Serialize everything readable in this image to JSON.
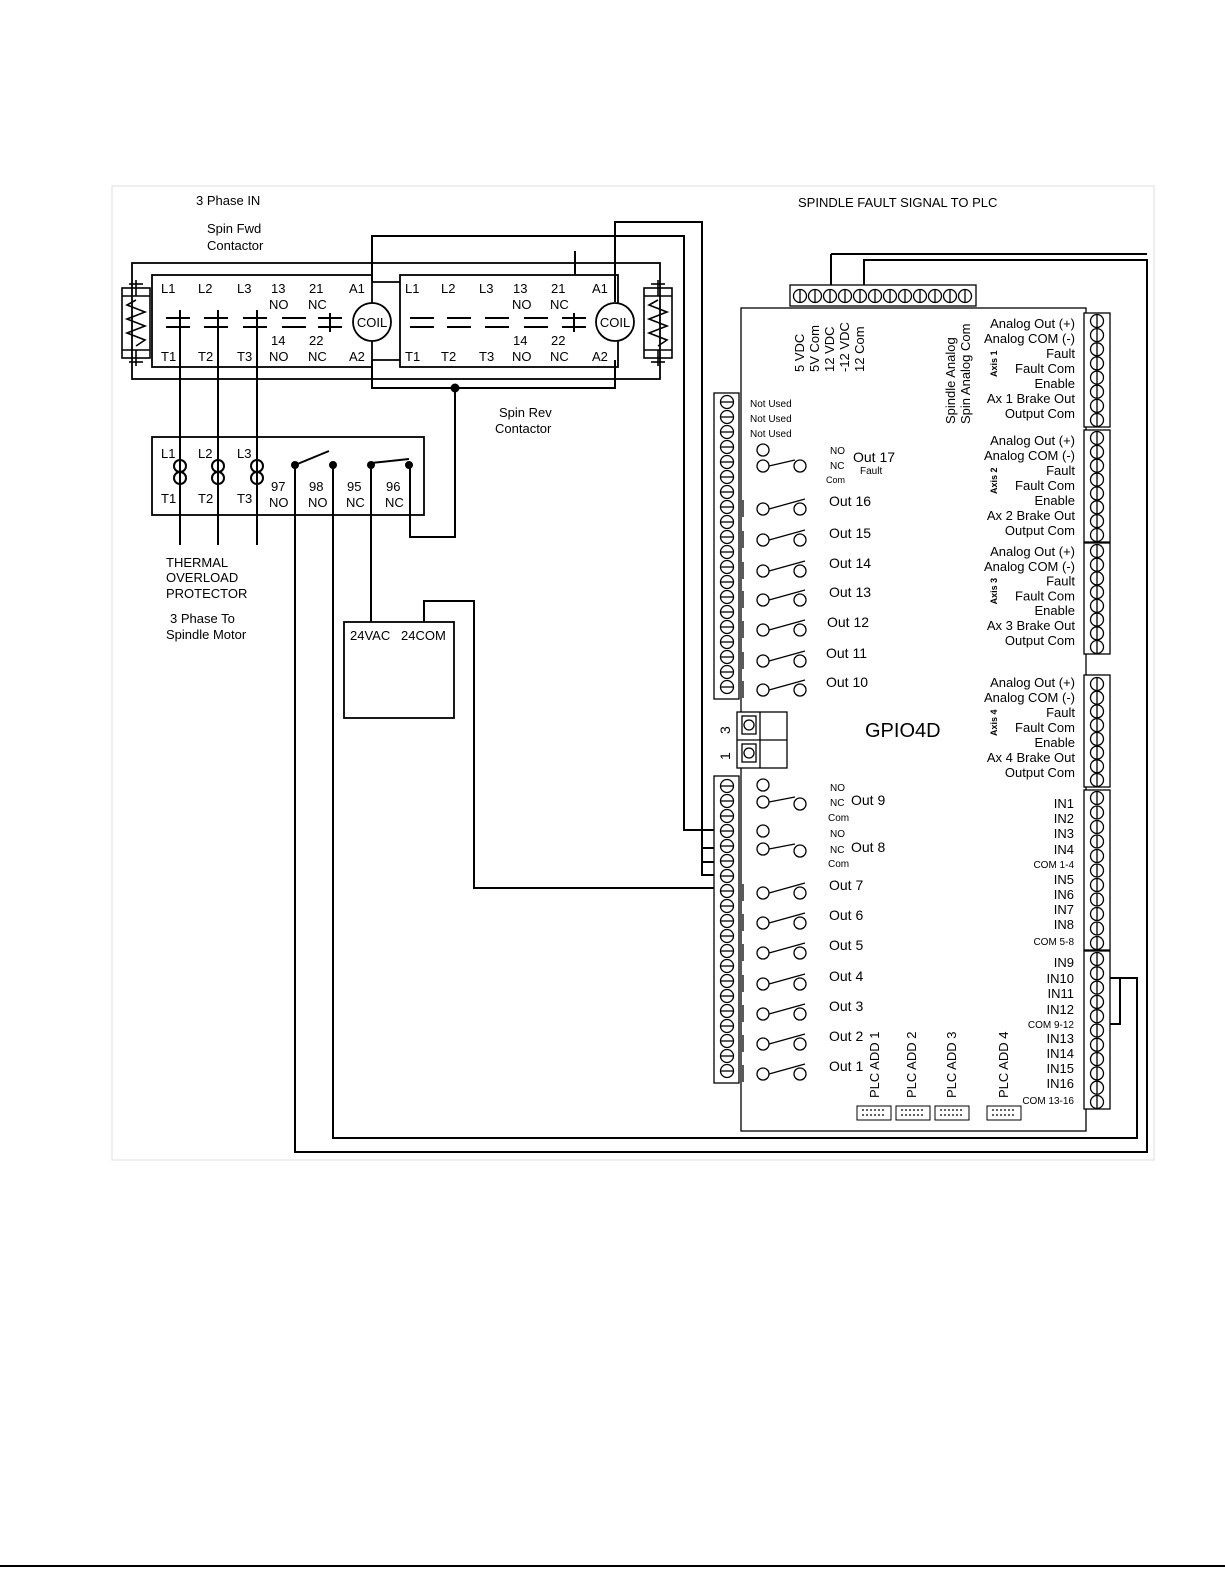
{
  "title": "SPINDLE FAULT SIGNAL TO PLC",
  "three_phase_in": "3 Phase IN",
  "fwd": {
    "name_l1": "Spin Fwd",
    "name_l2": "Contactor",
    "top": [
      "L1",
      "L2",
      "L3",
      "13",
      "NO",
      "21",
      "NC",
      "A1"
    ],
    "bot": [
      "T1",
      "T2",
      "T3",
      "14",
      "NO",
      "22",
      "NC",
      "A2"
    ],
    "coil": "COIL"
  },
  "rev": {
    "name_l1": "Spin Rev",
    "name_l2": "Contactor",
    "top": [
      "L1",
      "L2",
      "L3",
      "13",
      "NO",
      "21",
      "NC",
      "A1"
    ],
    "bot": [
      "T1",
      "T2",
      "T3",
      "14",
      "NO",
      "22",
      "NC",
      "A2"
    ],
    "coil": "COIL"
  },
  "overload": {
    "top": [
      "L1",
      "L2",
      "L3"
    ],
    "bot": [
      "T1",
      "T2",
      "T3"
    ],
    "aux_num": [
      "97",
      "98",
      "95",
      "96"
    ],
    "aux_type": [
      "NO",
      "NO",
      "NC",
      "NC"
    ],
    "label": [
      "THERMAL",
      "OVERLOAD",
      "PROTECTOR"
    ],
    "motor": [
      "3 Phase To",
      "Spindle Motor"
    ]
  },
  "power_supply": {
    "vac": "24VAC",
    "com": "24COM"
  },
  "board": {
    "name": "GPIO4D",
    "top_terms": [
      "5 VDC",
      "5V Com",
      "12 VDC",
      "-12 VDC",
      "12 Com"
    ],
    "spindle_terms": [
      "Spindle Analog",
      "Spin Analog Com"
    ],
    "not_used": [
      "Not Used",
      "Not Used",
      "Not Used"
    ],
    "nnc": [
      "NO",
      "NC",
      "Com"
    ],
    "out17": "Out 17",
    "fault": "Fault",
    "outs_upper": [
      "Out 16",
      "Out 15",
      "Out 14",
      "Out 13",
      "Out 12",
      "Out 11",
      "Out 10"
    ],
    "jumper": [
      "3",
      "1"
    ],
    "out9": "Out 9",
    "out8": "Out 8",
    "outs_lower": [
      "Out 7",
      "Out 6",
      "Out 5",
      "Out 4",
      "Out 3",
      "Out 2",
      "Out 1"
    ],
    "plc": [
      "PLC ADD 1",
      "PLC ADD 2",
      "PLC ADD 3",
      "PLC ADD 4"
    ],
    "axes": [
      {
        "axis": "Axis 1",
        "lines": [
          "Analog Out (+)",
          "Analog COM (-)",
          "Fault",
          "Fault Com",
          "Enable",
          "Ax 1 Brake Out",
          "Output Com"
        ]
      },
      {
        "axis": "Axis 2",
        "lines": [
          "Analog Out (+)",
          "Analog COM (-)",
          "Fault",
          "Fault Com",
          "Enable",
          "Ax 2 Brake Out",
          "Output Com"
        ]
      },
      {
        "axis": "Axis 3",
        "lines": [
          "Analog Out (+)",
          "Analog COM (-)",
          "Fault",
          "Fault Com",
          "Enable",
          "Ax 3 Brake Out",
          "Output Com"
        ]
      },
      {
        "axis": "Axis 4",
        "lines": [
          "Analog Out (+)",
          "Analog COM (-)",
          "Fault",
          "Fault Com",
          "Enable",
          "Ax 4 Brake Out",
          "Output Com"
        ]
      }
    ],
    "inputs": [
      "IN1",
      "IN2",
      "IN3",
      "IN4",
      "COM 1-4",
      "IN5",
      "IN6",
      "IN7",
      "IN8",
      "COM 5-8",
      "IN9",
      "IN10",
      "IN11",
      "IN12",
      "COM 9-12",
      "IN13",
      "IN14",
      "IN15",
      "IN16",
      "COM 13-16"
    ]
  }
}
